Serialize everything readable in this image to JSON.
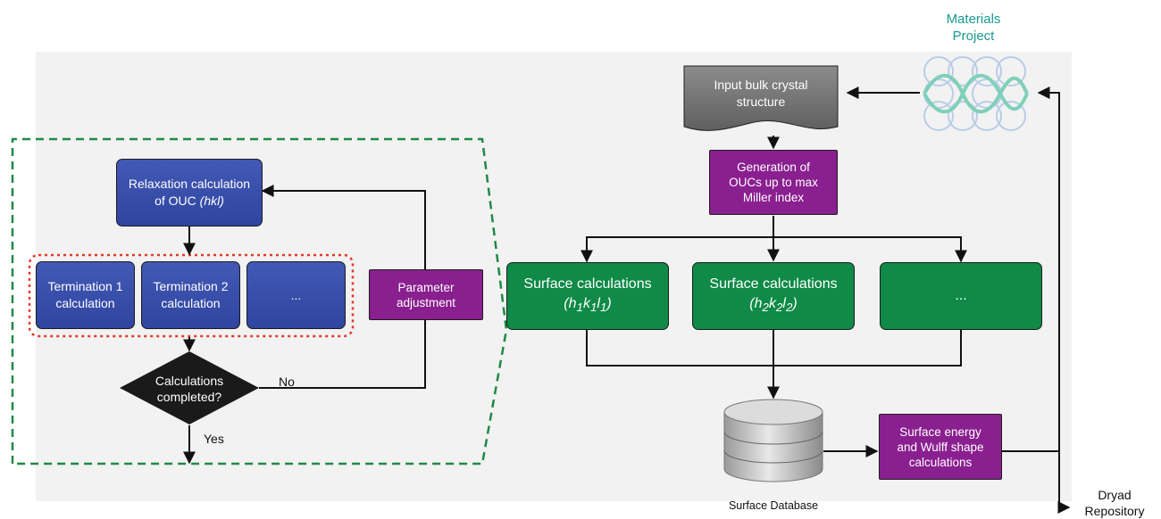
{
  "materials_project": {
    "line1": "Materials",
    "line2": "Project"
  },
  "input_bulk": {
    "line1": "Input bulk crystal",
    "line2": "structure"
  },
  "generation": {
    "line1": "Generation of",
    "line2": "OUCs up to max",
    "line3": "Miller index"
  },
  "relaxation": {
    "line1": "Relaxation calculation",
    "line2_prefix": "of OUC ",
    "line2_italic": "(hkl)"
  },
  "terminations": [
    {
      "line1": "Termination 1",
      "line2": "calculation"
    },
    {
      "line1": "Termination 2",
      "line2": "calculation"
    },
    {
      "line1": "..."
    }
  ],
  "parameter_adjustment": {
    "line1": "Parameter",
    "line2": "adjustment"
  },
  "decision": {
    "line1": "Calculations",
    "line2": "completed?",
    "no_label": "No",
    "yes_label": "Yes"
  },
  "surface_calcs": [
    {
      "line1": "Surface calculations",
      "h": "h",
      "k": "k",
      "l": "l",
      "sub": "1"
    },
    {
      "line1": "Surface calculations",
      "h": "h",
      "k": "k",
      "l": "l",
      "sub": "2"
    },
    {
      "line1": "..."
    }
  ],
  "surface_database": {
    "label": "Surface Database"
  },
  "surface_energy": {
    "line1": "Surface energy",
    "line2": "and Wulff shape",
    "line3": "calculations"
  },
  "dryad": {
    "line1": "Dryad",
    "line2": "Repository"
  },
  "colors": {
    "blue": "#3a50ae",
    "purple": "#8a1f8f",
    "green": "#0f8a47",
    "teal_text": "#1a9a8f",
    "green_dash": "#1e8a45",
    "red_dash": "#e03a2a",
    "gray_doc": "#7a7a7a",
    "black_diamond": "#1a1a1a"
  }
}
